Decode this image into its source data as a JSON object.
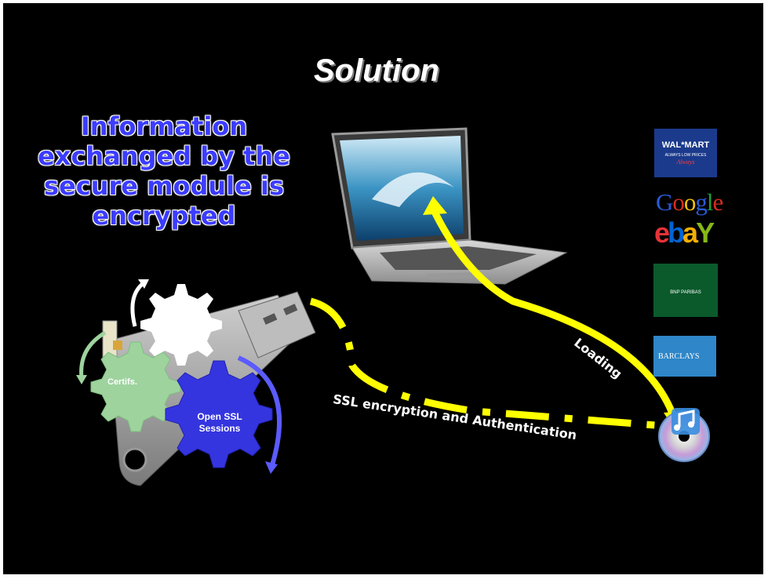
{
  "slide": {
    "title": "Solution",
    "info_lines": [
      "Information",
      "exchanged by the",
      "secure module is",
      "encrypted"
    ],
    "gears": {
      "certifs_label": "Certifs.",
      "openssl_label_line1": "Open SSL",
      "openssl_label_line2": "Sessions"
    },
    "connections": {
      "ssl_label": "SSL encryption and Authentication",
      "loading_label": "Loading"
    },
    "logos": {
      "walmart_title": "WAL*MART",
      "walmart_sub": "ALWAYS LOW PRICES",
      "walmart_always": "Always",
      "google_letters": [
        {
          "ch": "G",
          "color": "#2a5bd7"
        },
        {
          "ch": "o",
          "color": "#d62d20"
        },
        {
          "ch": "o",
          "color": "#f4c20d"
        },
        {
          "ch": "g",
          "color": "#2a5bd7"
        },
        {
          "ch": "l",
          "color": "#1e9e3e"
        },
        {
          "ch": "e",
          "color": "#d62d20"
        }
      ],
      "ebay_letters": [
        {
          "ch": "e",
          "color": "#e53238"
        },
        {
          "ch": "b",
          "color": "#0064d2"
        },
        {
          "ch": "a",
          "color": "#f5af02"
        },
        {
          "ch": "Y",
          "color": "#86b817"
        }
      ],
      "bnp_text": "BNP PARIBAS",
      "barclays_text": "BARCLAYS"
    },
    "colors": {
      "background": "#000000",
      "info_text": "#3b3cff",
      "arrow": "#ffff00",
      "gear_certifs": "#9ed39e",
      "gear_openssl": "#3535e0",
      "gear_white": "#ffffff"
    }
  }
}
